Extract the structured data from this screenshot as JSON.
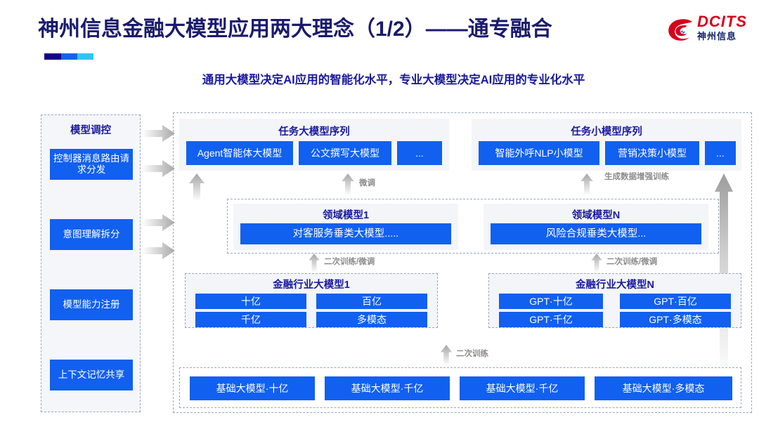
{
  "header": {
    "title": "神州信息金融大模型应用两大理念（1/2）——通专融合",
    "subtitle": "通用大模型决定AI应用的智能化水平，专业大模型决定AI应用的专业化水平",
    "accent_colors": [
      "#18008c",
      "#1064e8",
      "#2ec6f0"
    ]
  },
  "logo": {
    "mark": "dcits-swirl-icon",
    "en": "DCITS",
    "cn": "神州信息",
    "color_red": "#d6001c",
    "color_blue": "#15256b"
  },
  "left_column": {
    "title": "模型调控",
    "items": [
      {
        "label": "控制器消息路由请求分发"
      },
      {
        "label": "意图理解拆分"
      },
      {
        "label": "模型能力注册"
      },
      {
        "label": "上下文记忆共享"
      }
    ]
  },
  "flow_arrows_right": [
    "arrow-right-1",
    "arrow-right-2",
    "arrow-right-3",
    "arrow-right-4"
  ],
  "task_sequences": [
    {
      "title": "任务大模型序列",
      "items": [
        "Agent智能体大模型",
        "公文撰写大模型",
        "..."
      ]
    },
    {
      "title": "任务小模型序列",
      "items": [
        "智能外呼NLP小模型",
        "营销决策小模型",
        "..."
      ]
    }
  ],
  "domain_models": [
    {
      "title": "领域模型1",
      "item": "对客服务垂类大模型....."
    },
    {
      "title": "领域模型N",
      "item": "风险合规垂类大模型..."
    }
  ],
  "industry_models": [
    {
      "title": "金融行业大模型1",
      "items": [
        "十亿",
        "百亿",
        "千亿",
        "多模态"
      ]
    },
    {
      "title": "金融行业大模型N",
      "items": [
        "GPT·十亿",
        "GPT·百亿",
        "GPT·千亿",
        "GPT·多模态"
      ]
    }
  ],
  "base_models": [
    "基础大模型·十亿",
    "基础大模型·千亿",
    "基础大模型·千亿",
    "基础大模型·多模态"
  ],
  "arrow_labels": {
    "finetune": "微调",
    "data_aug": "生成数据增强训练",
    "retrain_finetune_left": "二次训练/微调",
    "retrain_finetune_right": "二次训练/微调",
    "retrain": "二次训练"
  },
  "colors": {
    "blue_box": "#1160f0",
    "title_blue": "#1a1a6e",
    "subtitle_blue": "#1a1a9e",
    "panel_bg": "#f3f5f8",
    "arrow_gray": "#b9b9b9"
  }
}
